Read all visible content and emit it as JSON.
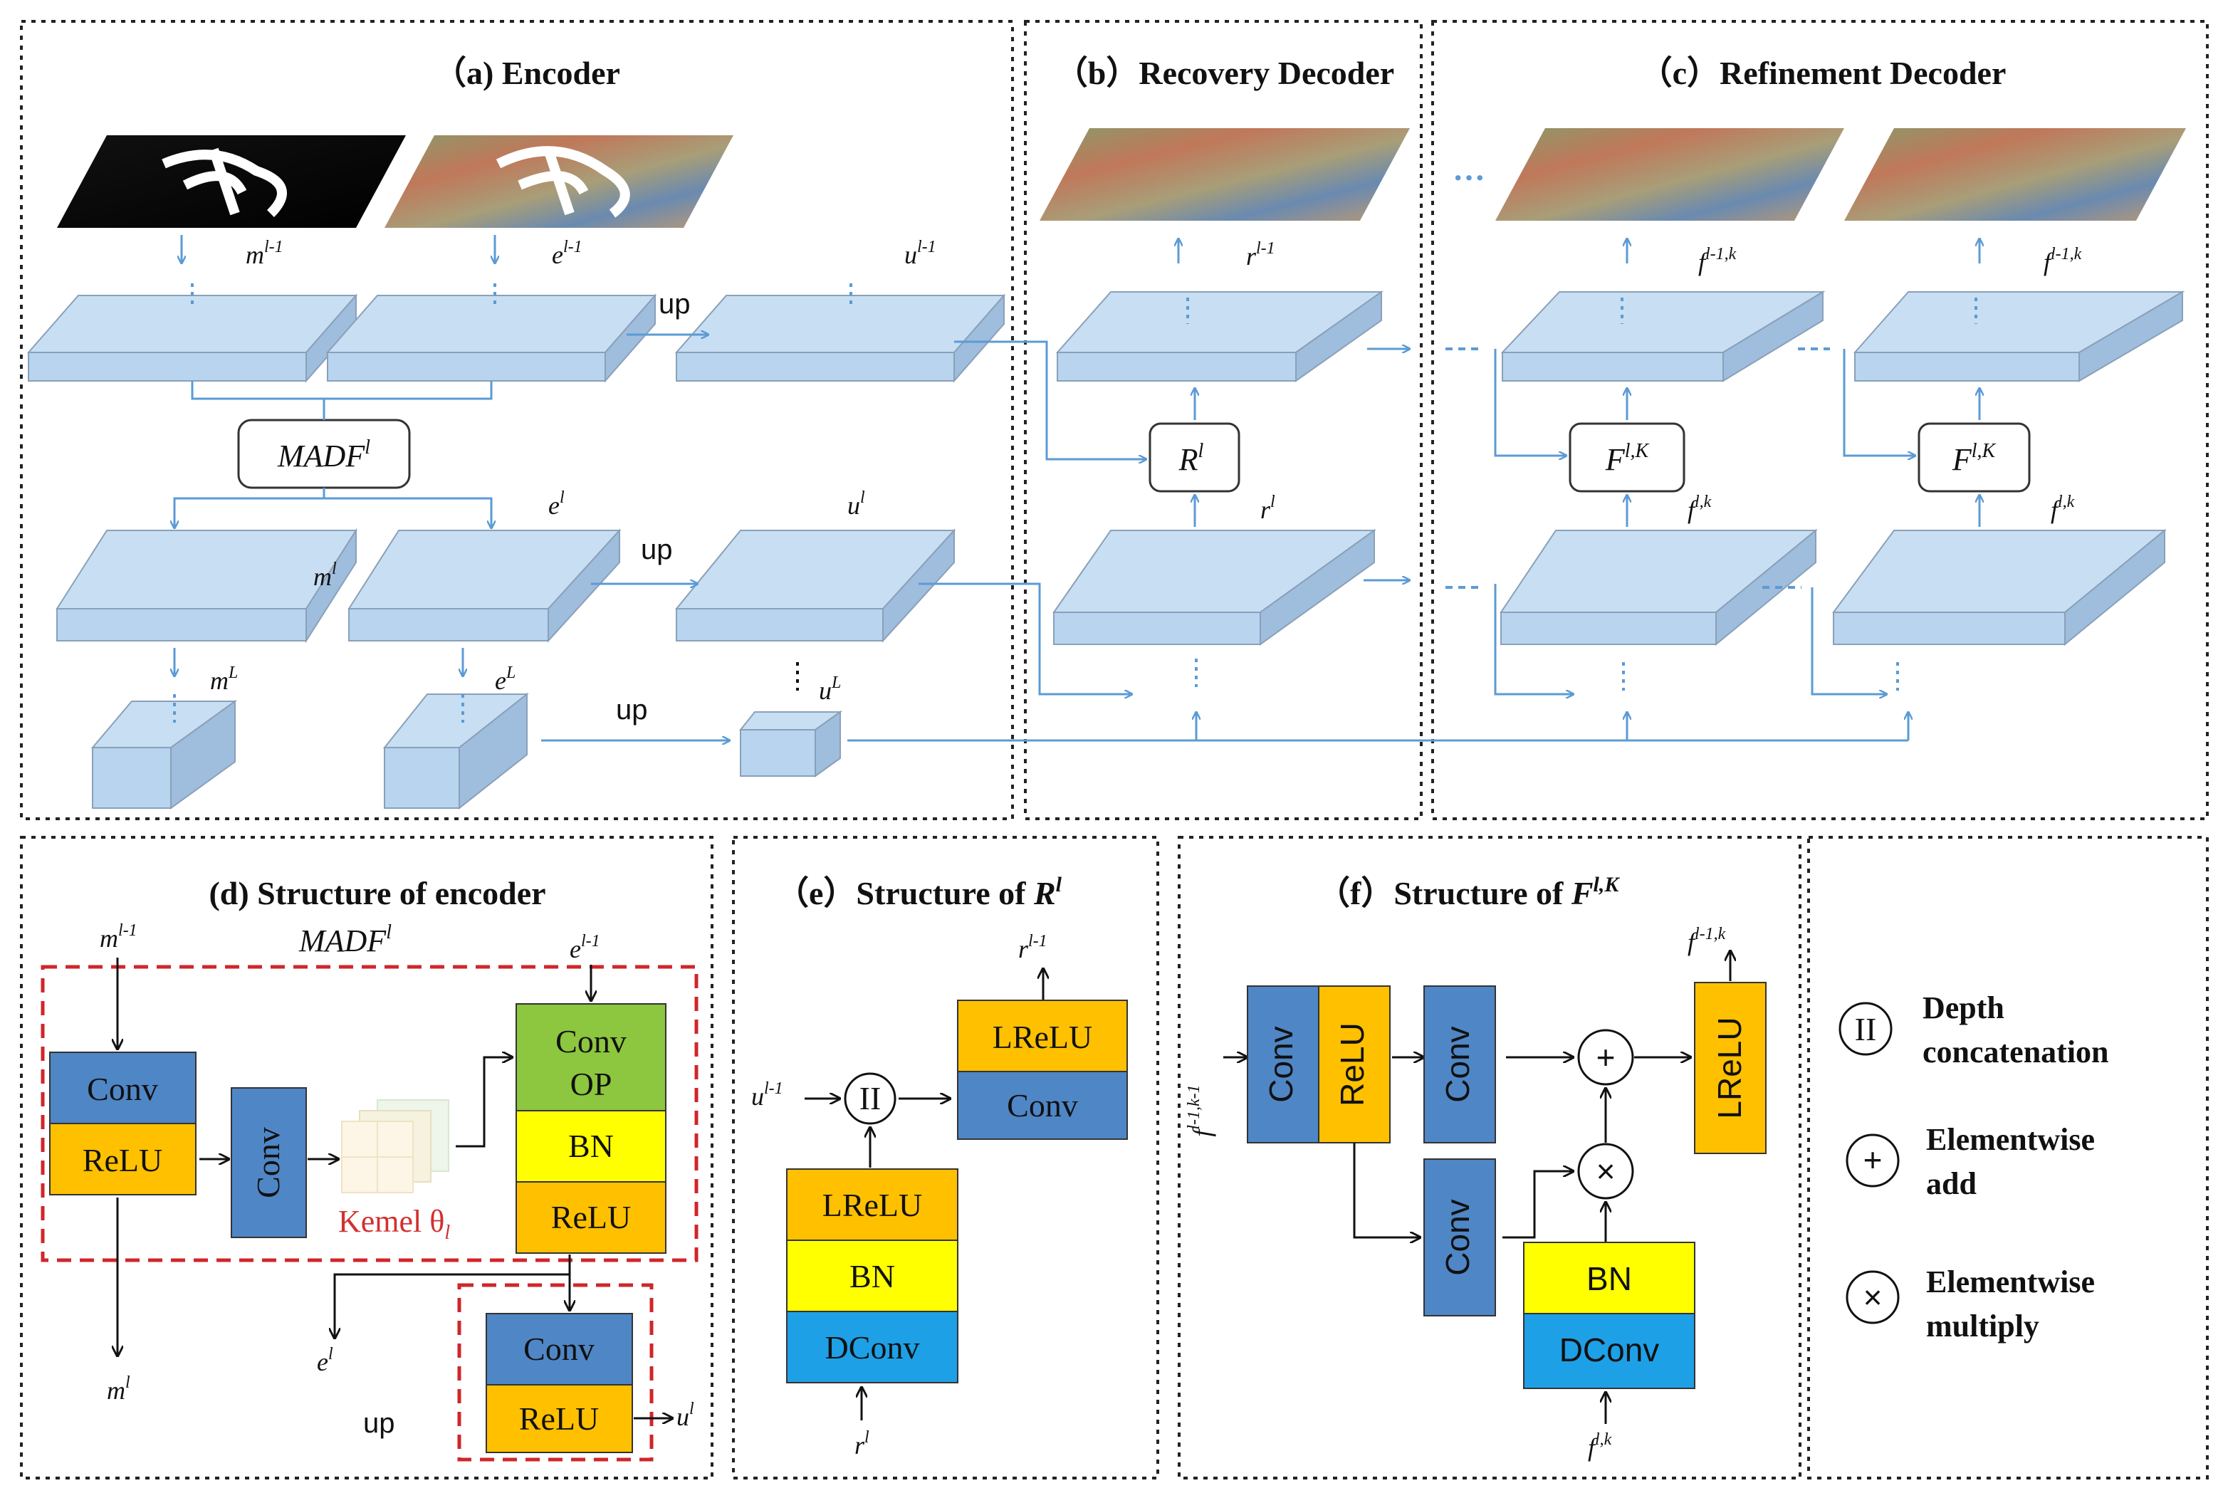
{
  "panels": {
    "a": "（a) Encoder",
    "b": "（b）Recovery Decoder",
    "c": "（c）Refinement Decoder",
    "d": "(d) Structure of encoder",
    "e": "（e）Structure of ",
    "e_sym": "R",
    "e_sup": "l",
    "f": "（f）Structure of ",
    "f_sym": "F",
    "f_sup": "l,K"
  },
  "encoder": {
    "m_prev": "m",
    "m_prev_sup": "l-1",
    "e_prev": "e",
    "e_prev_sup": "l-1",
    "u_prev": "u",
    "u_prev_sup": "l-1",
    "madf": "MADF",
    "madf_sup": "l",
    "m_cur": "m",
    "m_cur_sup": "l",
    "e_cur": "e",
    "e_cur_sup": "l",
    "u_cur": "u",
    "u_cur_sup": "l",
    "m_L": "m",
    "m_L_sup": "L",
    "e_L": "e",
    "e_L_sup": "L",
    "u_L": "u",
    "u_L_sup": "L",
    "up": "up"
  },
  "recovery": {
    "r_prev": "r",
    "r_prev_sup": "l-1",
    "R": "R",
    "R_sup": "l",
    "r_cur": "r",
    "r_cur_sup": "l"
  },
  "refinement": {
    "f_prev": "f",
    "f_prev_sup": "l-1,k",
    "F": "F",
    "F_sup": "l,K",
    "f_cur": "f",
    "f_cur_sup": "l,k",
    "ellipsis": "···"
  },
  "struct_encoder": {
    "m_in": "m",
    "m_in_sup": "l-1",
    "madf": "MADF",
    "madf_sup": "l",
    "e_in": "e",
    "e_in_sup": "l-1",
    "conv": "Conv",
    "relu": "ReLU",
    "conv_op_1": "Conv",
    "conv_op_2": "OP",
    "bn": "BN",
    "kernel": "Kemel θ",
    "kernel_sub": "l",
    "e_out": "e",
    "e_out_sup": "l",
    "m_out": "m",
    "m_out_sup": "l",
    "u_out": "u",
    "u_out_sup": "l",
    "up": "up"
  },
  "struct_R": {
    "r_out": "r",
    "r_out_sup": "l-1",
    "u_in": "u",
    "u_in_sup": "l-1",
    "r_in": "r",
    "r_in_sup": "l",
    "lrelu": "LReLU",
    "conv": "Conv",
    "bn": "BN",
    "dconv": "DConv",
    "concat_symbol": "II"
  },
  "struct_F": {
    "f_in": "f",
    "f_in_sup": "l-1,k-1",
    "f_out": "f",
    "f_out_sup": "l-1,k",
    "f_bottom": "f",
    "f_bottom_sup": "l,k",
    "conv": "Conv",
    "relu": "ReLU",
    "lrelu": "LReLU",
    "bn": "BN",
    "dconv": "DConv",
    "add_symbol": "+",
    "mul_symbol": "×"
  },
  "legend": {
    "concat_symbol": "II",
    "concat_1": "Depth",
    "concat_2": "concatenation",
    "add_symbol": "+",
    "add_1": "Elementwise",
    "add_2": "add",
    "mul_symbol": "×",
    "mul_1": "Elementwise",
    "mul_2": "multiply"
  },
  "colors": {
    "conv": "#4f86c6",
    "relu": "#ffc000",
    "bn": "#ffff00",
    "conv_op": "#8dc63f",
    "dconv": "#1ea0e6",
    "feature_map": "#b8d4ee",
    "flow_arrow": "#5b9bd5",
    "kernel_red": "#d32f2f"
  }
}
